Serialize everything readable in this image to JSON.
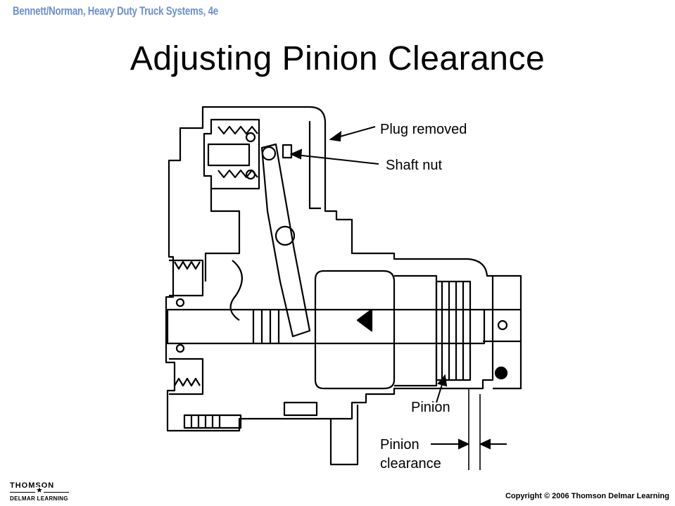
{
  "header": {
    "book_title": "Bennett/Norman, Heavy Duty Truck Systems, 4e",
    "book_title_color": "#6b8fcf"
  },
  "slide": {
    "title": "Adjusting Pinion Clearance"
  },
  "diagram": {
    "labels": {
      "plug_removed": "Plug removed",
      "shaft_nut": "Shaft nut",
      "pinion": "Pinion",
      "pinion_clearance_line1": "Pinion",
      "pinion_clearance_line2": "clearance"
    }
  },
  "footer": {
    "logo_top": "THOMSON",
    "logo_star": "★",
    "logo_bottom": "DELMAR LEARNING",
    "copyright": "Copyright © 2006 Thomson Delmar Learning"
  }
}
